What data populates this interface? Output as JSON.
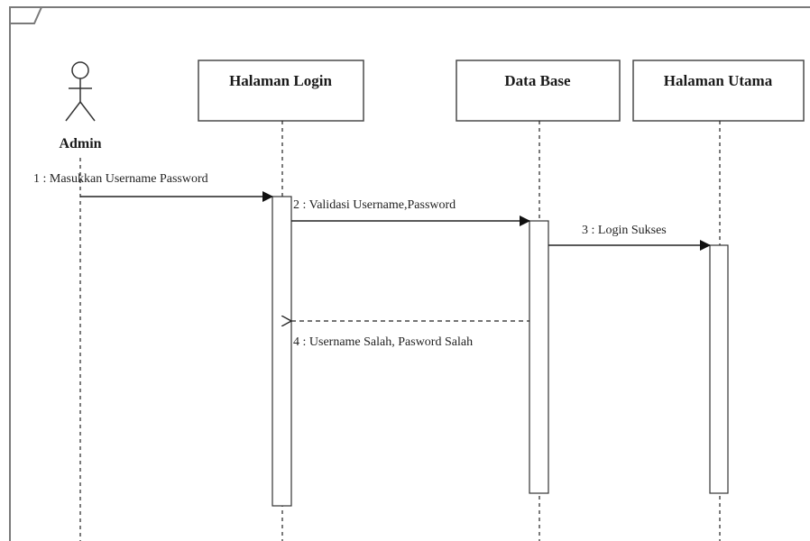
{
  "actor": {
    "name": "Admin"
  },
  "lifelines": [
    {
      "id": "halaman-login",
      "label": "Halaman Login"
    },
    {
      "id": "data-base",
      "label": "Data Base"
    },
    {
      "id": "halaman-utama",
      "label": "Halaman Utama"
    }
  ],
  "messages": [
    {
      "label": "1 : Masukkan Username Password",
      "style": "sync"
    },
    {
      "label": "2 : Validasi Username,Password",
      "style": "sync"
    },
    {
      "label": "3 : Login Sukses",
      "style": "sync"
    },
    {
      "label": "4 : Username Salah, Pasword Salah",
      "style": "return"
    }
  ]
}
